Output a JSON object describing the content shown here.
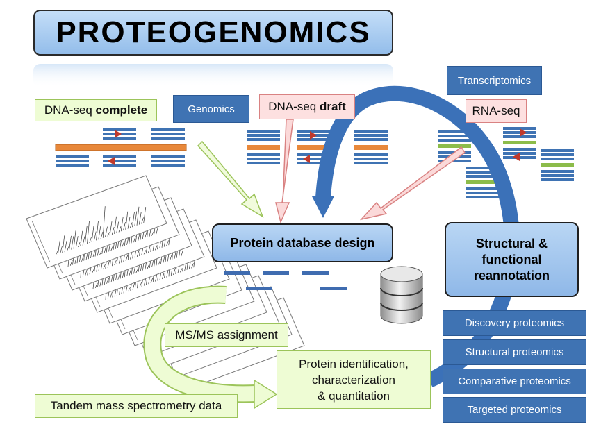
{
  "title": "PROTEOGENOMICS",
  "boxes": {
    "dna_complete_prefix": "DNA-seq ",
    "dna_complete_bold": "complete",
    "genomics": "Genomics",
    "dna_draft_prefix": "DNA-seq ",
    "dna_draft_bold": "draft",
    "transcriptomics": "Transcriptomics",
    "rna_seq": "RNA-seq",
    "protein_db": "Protein database design",
    "structural_line1": "Structural &",
    "structural_line2": "functional",
    "structural_line3": "reannotation",
    "msms": "MS/MS assignment",
    "protein_id_line1": "Protein identification,",
    "protein_id_line2": "characterization",
    "protein_id_line3": "& quantitation",
    "tandem": "Tandem mass spectrometry data"
  },
  "proteomics": [
    "Discovery proteomics",
    "Structural proteomics",
    "Comparative proteomics",
    "Targeted proteomics"
  ],
  "colors": {
    "title_fill": "#a9cdf3",
    "green_box": "#eefcd4",
    "pink_box": "#fde0e0",
    "blue_box": "#3f73b3",
    "arrow_blue": "#3b71b8",
    "orange_read": "#e8883a",
    "green_read": "#8cbc4a",
    "red_marker": "#c0392b"
  }
}
